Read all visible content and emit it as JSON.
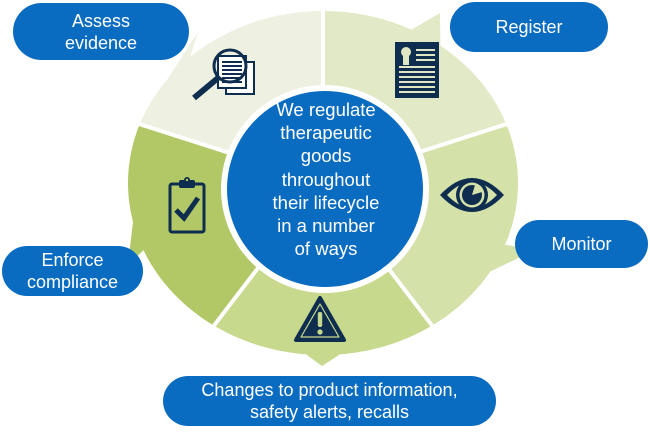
{
  "diagram": {
    "type": "cycle",
    "center_text_lines": [
      "We regulate",
      "therapeutic",
      "goods",
      "throughout",
      "their lifecycle",
      "in a number",
      "of ways"
    ],
    "stages": [
      {
        "id": "assess",
        "label_lines": [
          "Assess",
          "evidence"
        ],
        "icon": "magnifier-document-icon",
        "color": "#eef1e1"
      },
      {
        "id": "register",
        "label_lines": [
          "Register"
        ],
        "icon": "certificate-icon",
        "color": "#e1e9c6"
      },
      {
        "id": "monitor",
        "label_lines": [
          "Monitor"
        ],
        "icon": "eye-icon",
        "color": "#d4e1a9"
      },
      {
        "id": "changes",
        "label_lines": [
          "Changes to product information,",
          "safety alerts, recalls"
        ],
        "icon": "warning-icon",
        "color": "#c6d98c"
      },
      {
        "id": "enforce",
        "label_lines": [
          "Enforce",
          "compliance"
        ],
        "icon": "clipboard-check-icon",
        "color": "#b2c866"
      }
    ],
    "colors": {
      "pill": "#0a6cc1",
      "center": "#0a6cc1",
      "icon": "#0f2d4f",
      "divider": "#ffffff"
    }
  }
}
